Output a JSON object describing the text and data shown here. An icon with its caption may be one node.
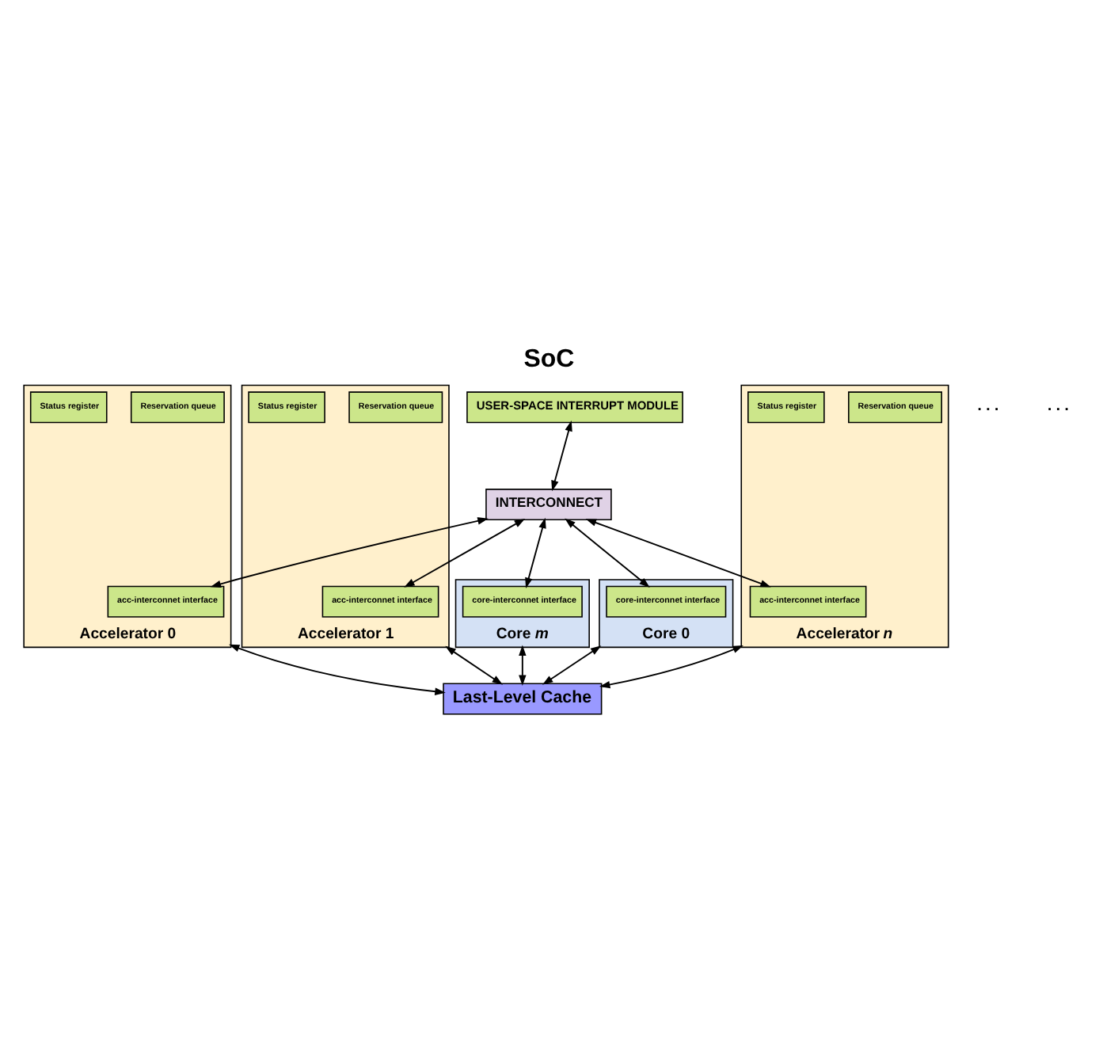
{
  "diagram": {
    "title": "SoC",
    "nodes": [
      {
        "text": [
          "USER-SPACE INTERRUPT MODULE"
        ]
      },
      {
        "text": [
          "Core 0"
        ]
      },
      {
        "text": [
          "core-interconnet interface"
        ],
        "in": 1
      },
      {
        "text": [
          "Core *m*"
        ]
      },
      {
        "text": [
          "core-interconnet interface"
        ],
        "in": 3
      },
      {
        "text": [
          "INTERCONNECT"
        ]
      },
      {
        "text": [
          "Accelerator 0"
        ]
      },
      {
        "text": [
          "acc-interconnet interface"
        ],
        "in": 6
      },
      {
        "text": [
          "Reservation queue"
        ],
        "in": 6
      },
      {
        "text": [
          "Status register"
        ],
        "in": 6
      },
      {
        "text": [
          "Accelerator 1"
        ]
      },
      {
        "text": [
          "acc-interconnet interface"
        ],
        "in": 10
      },
      {
        "text": [
          "Reservation queue"
        ],
        "in": 10
      },
      {
        "text": [
          "Status register"
        ],
        "in": 10
      },
      {
        "text": [
          "Accelerator *n*"
        ]
      },
      {
        "text": [
          "acc-interconnet interface"
        ],
        "in": 14
      },
      {
        "text": [
          "Reservation queue"
        ],
        "in": 14
      },
      {
        "text": [
          "Status register"
        ],
        "in": 14
      },
      {
        "text": [
          "Last-Level Cache"
        ]
      }
    ],
    "edges": [
      {
        "from": 0,
        "to": 5,
        "arrow": "both"
      },
      {
        "from": 5,
        "to": 2,
        "arrow": "both"
      },
      {
        "from": 5,
        "to": 4,
        "arrow": "both"
      },
      {
        "from": 5,
        "to": 7,
        "arrow": "both"
      },
      {
        "from": 5,
        "to": 11,
        "arrow": "both"
      },
      {
        "from": 5,
        "to": 15,
        "arrow": "both"
      },
      {
        "from": 1,
        "to": 18,
        "arrow": "both"
      },
      {
        "from": 3,
        "to": 18,
        "arrow": "both"
      },
      {
        "from": 14,
        "to": 18,
        "arrow": "both"
      },
      {
        "from": 10,
        "to": 18,
        "arrow": "both"
      },
      {
        "from": 6,
        "to": 18,
        "arrow": "both"
      }
    ],
    "labels": [
      ". . .",
      ". . ."
    ]
  }
}
